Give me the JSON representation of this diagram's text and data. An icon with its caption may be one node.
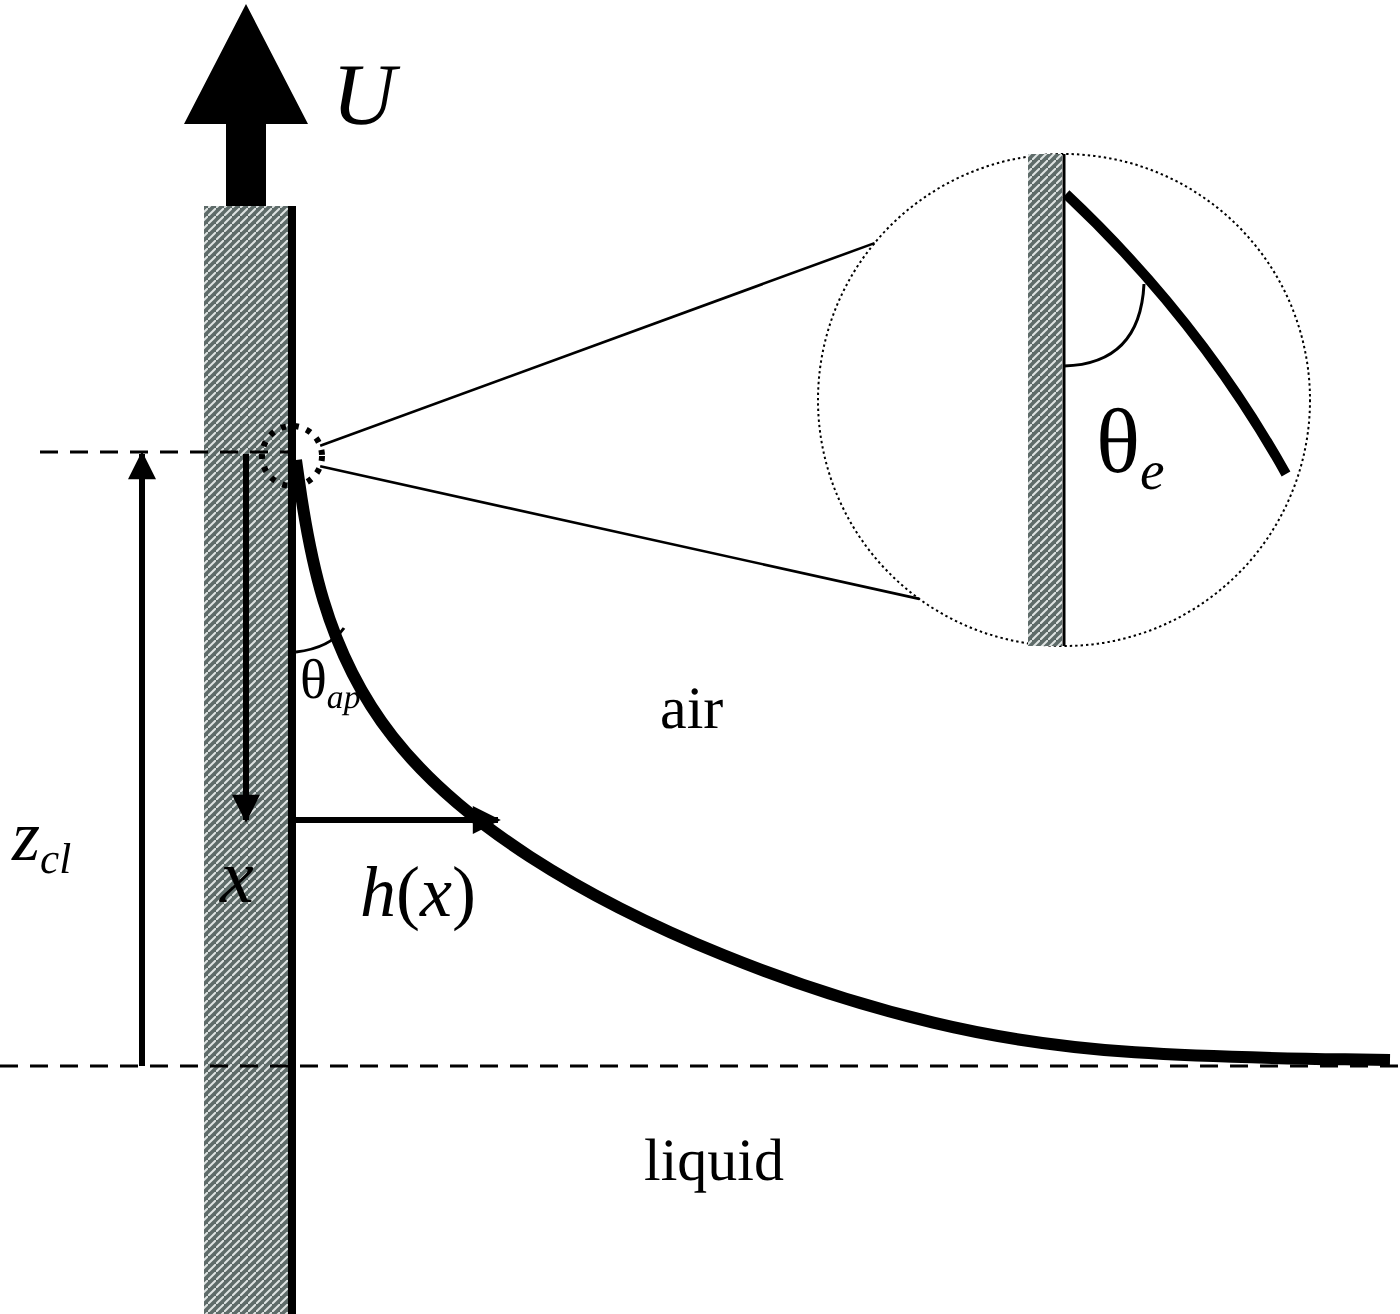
{
  "diagram": {
    "nodes": [
      {
        "text": [],
        "shape": "circle"
      },
      {
        "text": [],
        "shape": "circle"
      }
    ],
    "edges": [
      {
        "from": 0,
        "to": 1,
        "arrow": "none"
      },
      {
        "from": 0,
        "to": 1,
        "arrow": "none"
      }
    ],
    "labels": [
      "U",
      "θ$_{e}$",
      "air",
      "θ$_{ap}$",
      "z$_{cl}$",
      "x",
      "*h*(*x*)",
      "liquid"
    ]
  }
}
